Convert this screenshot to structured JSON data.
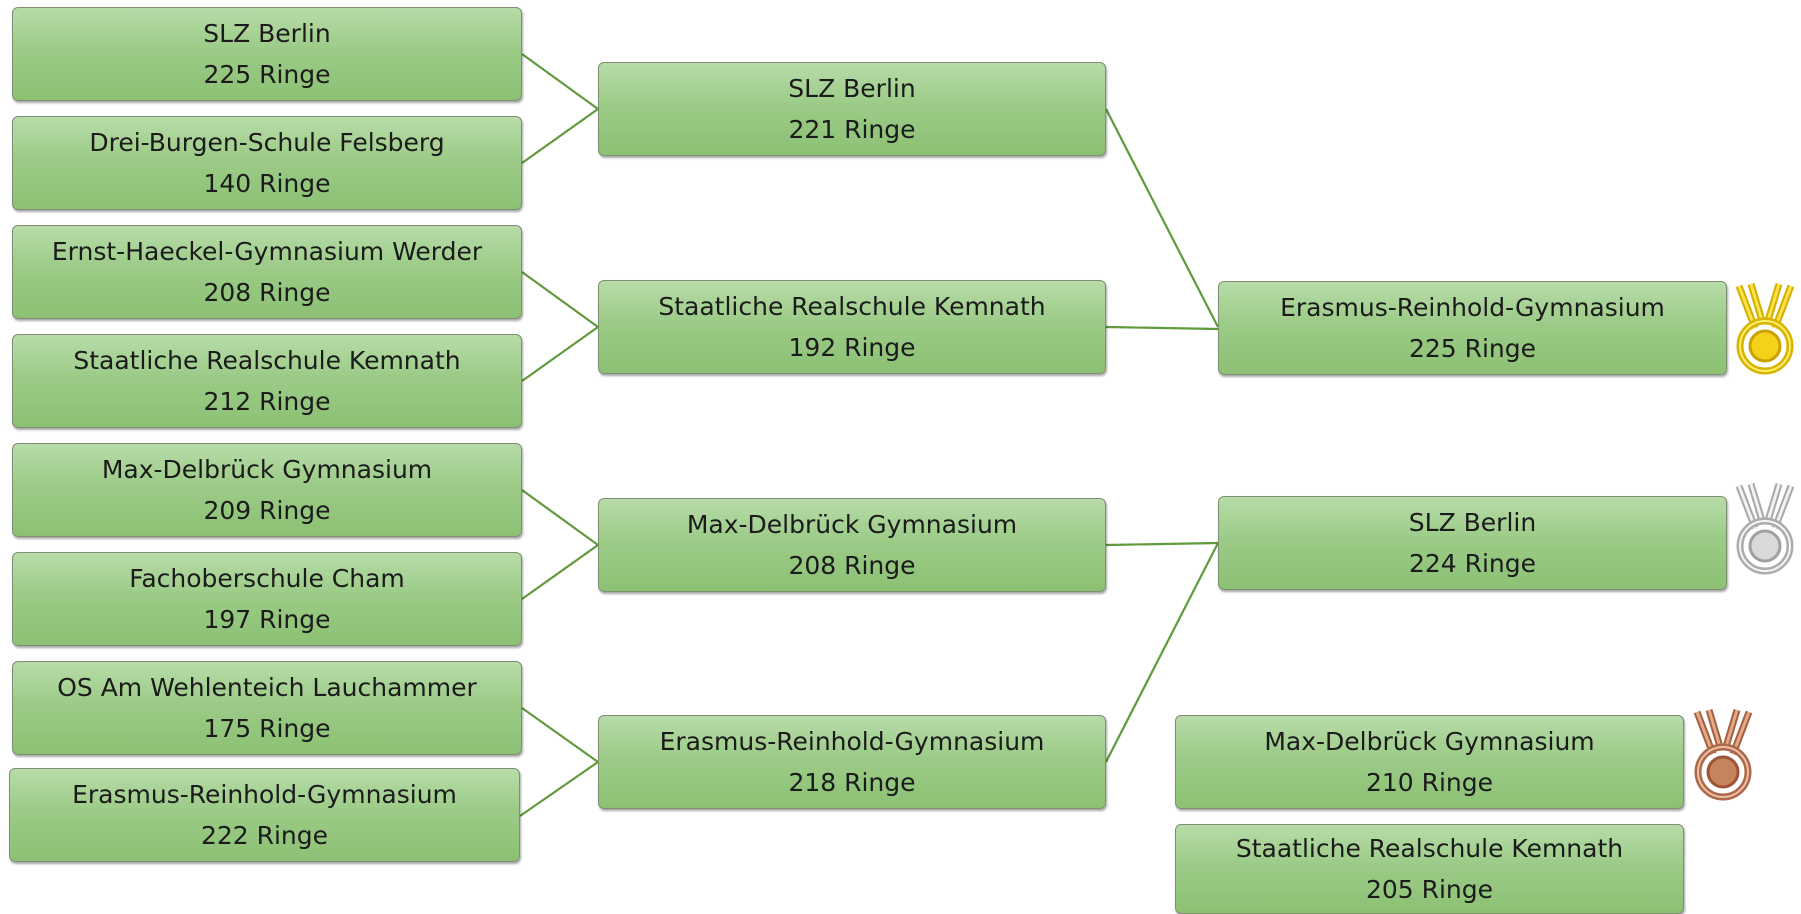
{
  "round1": [
    {
      "team": "SLZ Berlin",
      "score": "225 Ringe"
    },
    {
      "team": "Drei-Burgen-Schule Felsberg",
      "score": "140 Ringe"
    },
    {
      "team": "Ernst-Haeckel-Gymnasium Werder",
      "score": "208 Ringe"
    },
    {
      "team": "Staatliche Realschule Kemnath",
      "score": "212 Ringe"
    },
    {
      "team": "Max-Delbrück Gymnasium",
      "score": "209 Ringe"
    },
    {
      "team": "Fachoberschule Cham",
      "score": "197 Ringe"
    },
    {
      "team": "OS Am Wehlenteich Lauchammer",
      "score": "175 Ringe"
    },
    {
      "team": "Erasmus-Reinhold-Gymnasium",
      "score": "222 Ringe"
    }
  ],
  "round2": [
    {
      "team": "SLZ Berlin",
      "score": "221 Ringe"
    },
    {
      "team": "Staatliche Realschule Kemnath",
      "score": "192 Ringe"
    },
    {
      "team": "Max-Delbrück Gymnasium",
      "score": "208 Ringe"
    },
    {
      "team": "Erasmus-Reinhold-Gymnasium",
      "score": "218 Ringe"
    }
  ],
  "final": [
    {
      "team": "Erasmus-Reinhold-Gymnasium",
      "score": "225 Ringe"
    },
    {
      "team": "SLZ Berlin",
      "score": "224 Ringe"
    }
  ],
  "third_place": [
    {
      "team": "Max-Delbrück Gymnasium",
      "score": "210 Ringe"
    },
    {
      "team": "Staatliche Realschule Kemnath",
      "score": "205 Ringe"
    }
  ],
  "medals": {
    "gold": {
      "icon": "gold-medal-icon",
      "color": "#e8c400"
    },
    "silver": {
      "icon": "silver-medal-icon",
      "color": "#c8c8c8"
    },
    "bronze": {
      "icon": "bronze-medal-icon",
      "color": "#c07a5a"
    }
  },
  "colors": {
    "connector": "#5f9a3c",
    "box_border": "#7f8f75"
  }
}
